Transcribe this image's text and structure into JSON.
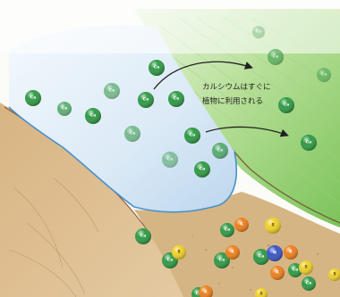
{
  "annotation": {
    "lines": [
      "カルシウムはすぐに",
      "植物に利用される"
    ]
  },
  "ion_symbols": {
    "calcium": "Ca",
    "potassium": "K",
    "sulfur": "S",
    "nitrogen": "N"
  },
  "colors": {
    "calcium": "#2f9a44",
    "potassium": "#ee7f1c",
    "sulfur": "#f1d028",
    "nitrogen": "#3a55c6",
    "water": "#cfe3f3",
    "water_edge": "#4a90c8",
    "soil": "#d9b98c",
    "root": "#8fce6e",
    "root_edge": "#6d4a2a",
    "arrow": "#222222"
  }
}
